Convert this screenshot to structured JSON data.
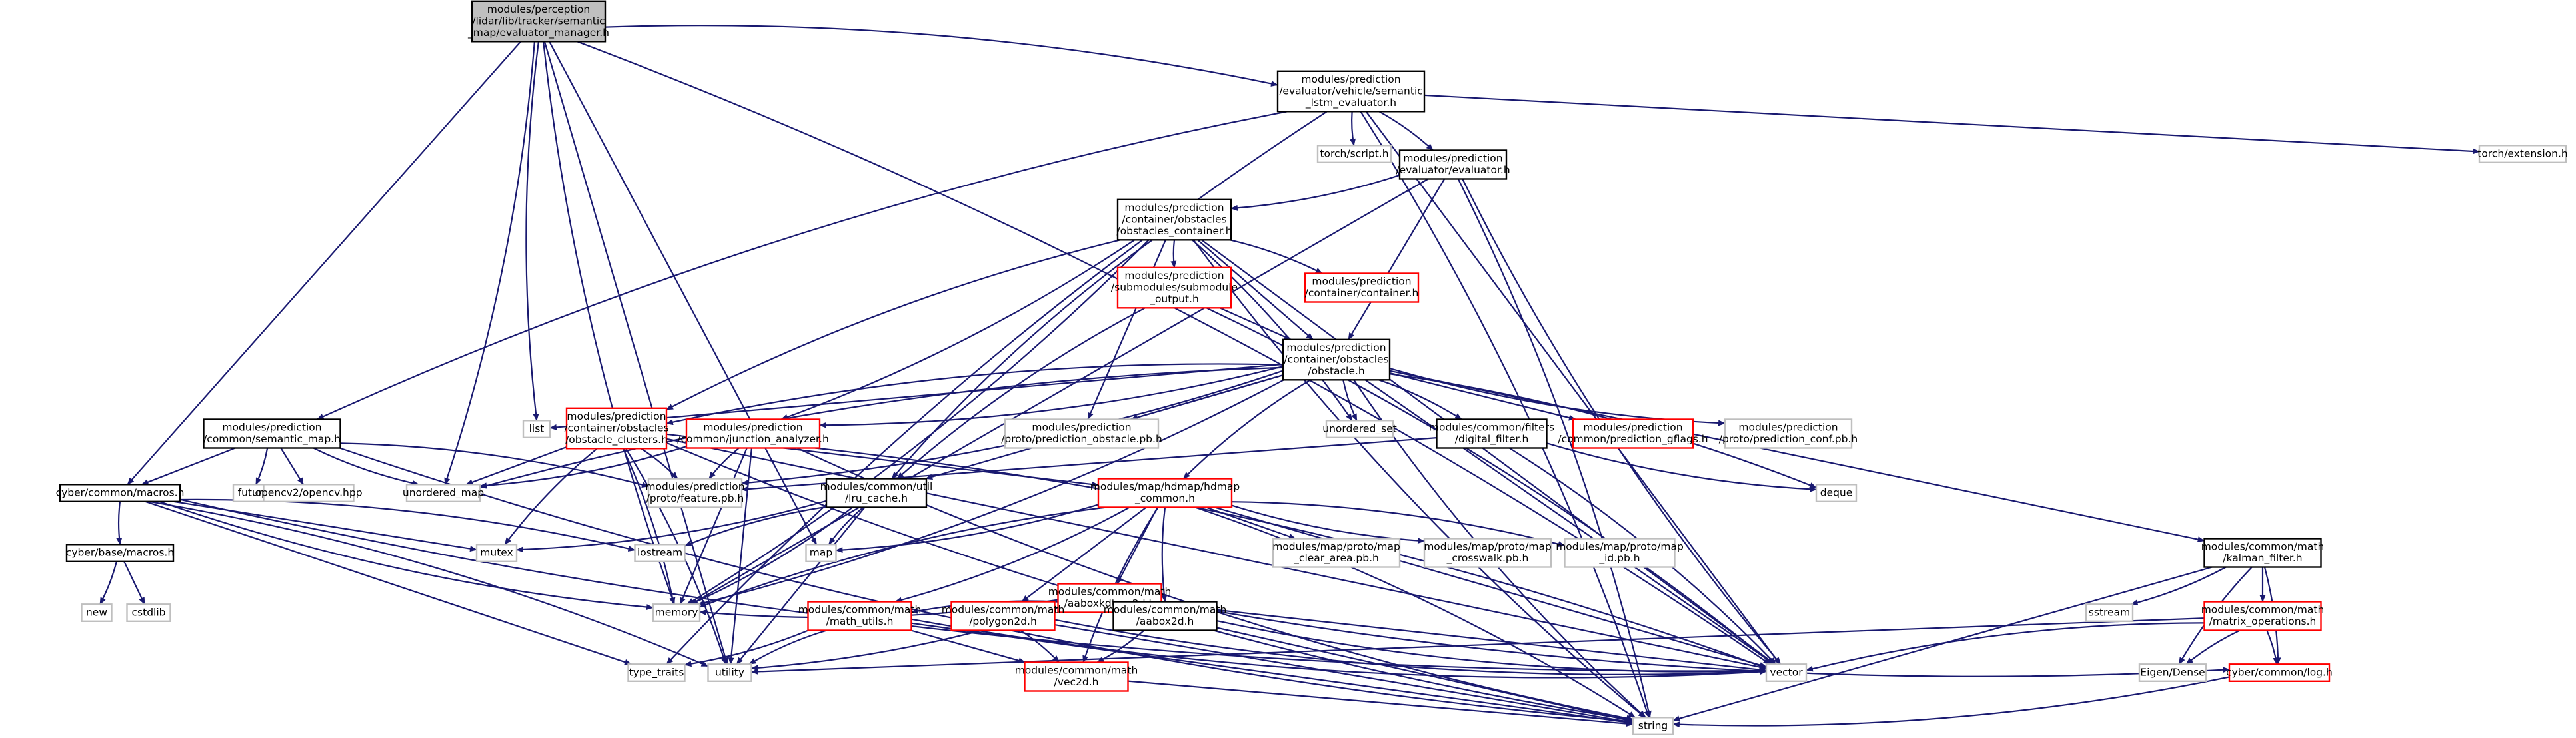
{
  "colors": {
    "edge": "#191970",
    "focus_fill": "#bfbfbf",
    "focus_border": "#000000",
    "normal_border": "#000000",
    "truncated_border": "#ff0000",
    "external_border": "#bfbfbf",
    "background": "#ffffff"
  },
  "nodes": [
    {
      "id": "evaluator_manager",
      "kind": "focus",
      "lines": [
        "modules/perception",
        "/lidar/lib/tracker/semantic",
        "_map/evaluator_manager.h"
      ]
    },
    {
      "id": "semantic_lstm_evaluator",
      "kind": "normal",
      "lines": [
        "modules/prediction",
        "/evaluator/vehicle/semantic",
        "_lstm_evaluator.h"
      ]
    },
    {
      "id": "torch_script",
      "kind": "external",
      "lines": [
        "torch/script.h"
      ]
    },
    {
      "id": "evaluator",
      "kind": "normal",
      "lines": [
        "modules/prediction",
        "/evaluator/evaluator.h"
      ]
    },
    {
      "id": "torch_extension",
      "kind": "external",
      "lines": [
        "torch/extension.h"
      ]
    },
    {
      "id": "obstacles_container",
      "kind": "normal",
      "lines": [
        "modules/prediction",
        "/container/obstacles",
        "/obstacles_container.h"
      ]
    },
    {
      "id": "submodule_output",
      "kind": "truncated",
      "lines": [
        "modules/prediction",
        "/submodules/submodule",
        "_output.h"
      ]
    },
    {
      "id": "container",
      "kind": "truncated",
      "lines": [
        "modules/prediction",
        "/container/container.h"
      ]
    },
    {
      "id": "obstacle",
      "kind": "normal",
      "lines": [
        "modules/prediction",
        "/container/obstacles",
        "/obstacle.h"
      ]
    },
    {
      "id": "semantic_map",
      "kind": "normal",
      "lines": [
        "modules/prediction",
        "/common/semantic_map.h"
      ]
    },
    {
      "id": "list",
      "kind": "external",
      "lines": [
        "list"
      ]
    },
    {
      "id": "obstacle_clusters",
      "kind": "truncated",
      "lines": [
        "modules/prediction",
        "/container/obstacles",
        "/obstacle_clusters.h"
      ]
    },
    {
      "id": "junction_analyzer",
      "kind": "truncated",
      "lines": [
        "modules/prediction",
        "/common/junction_analyzer.h"
      ]
    },
    {
      "id": "prediction_obstacle_pb",
      "kind": "external",
      "lines": [
        "modules/prediction",
        "/proto/prediction_obstacle.pb.h"
      ]
    },
    {
      "id": "unordered_set",
      "kind": "external",
      "lines": [
        "unordered_set"
      ]
    },
    {
      "id": "digital_filter",
      "kind": "normal",
      "lines": [
        "modules/common/filters",
        "/digital_filter.h"
      ]
    },
    {
      "id": "prediction_gflags",
      "kind": "truncated",
      "lines": [
        "modules/prediction",
        "/common/prediction_gflags.h"
      ]
    },
    {
      "id": "prediction_conf_pb",
      "kind": "external",
      "lines": [
        "modules/prediction",
        "/proto/prediction_conf.pb.h"
      ]
    },
    {
      "id": "future",
      "kind": "external",
      "lines": [
        "future"
      ]
    },
    {
      "id": "opencv",
      "kind": "external",
      "lines": [
        "opencv2/opencv.hpp"
      ]
    },
    {
      "id": "unordered_map",
      "kind": "external",
      "lines": [
        "unordered_map"
      ]
    },
    {
      "id": "feature_pb",
      "kind": "external",
      "lines": [
        "modules/prediction",
        "/proto/feature.pb.h"
      ]
    },
    {
      "id": "deque",
      "kind": "external",
      "lines": [
        "deque"
      ]
    },
    {
      "id": "macros",
      "kind": "normal",
      "lines": [
        "cyber/common/macros.h"
      ]
    },
    {
      "id": "lru_cache",
      "kind": "normal",
      "lines": [
        "modules/common/util",
        "/lru_cache.h"
      ]
    },
    {
      "id": "hdmap_common",
      "kind": "truncated",
      "lines": [
        "modules/map/hdmap/hdmap",
        "_common.h"
      ]
    },
    {
      "id": "base_macros",
      "kind": "normal",
      "lines": [
        "cyber/base/macros.h"
      ]
    },
    {
      "id": "mutex",
      "kind": "external",
      "lines": [
        "mutex"
      ]
    },
    {
      "id": "iostream",
      "kind": "external",
      "lines": [
        "iostream"
      ]
    },
    {
      "id": "map",
      "kind": "external",
      "lines": [
        "map"
      ]
    },
    {
      "id": "clear_area_pb",
      "kind": "external",
      "lines": [
        "modules/map/proto/map",
        "_clear_area.pb.h"
      ]
    },
    {
      "id": "crosswalk_pb",
      "kind": "external",
      "lines": [
        "modules/map/proto/map",
        "_crosswalk.pb.h"
      ]
    },
    {
      "id": "map_id_pb",
      "kind": "external",
      "lines": [
        "modules/map/proto/map",
        "_id.pb.h"
      ]
    },
    {
      "id": "kalman_filter",
      "kind": "normal",
      "lines": [
        "modules/common/math",
        "/kalman_filter.h"
      ]
    },
    {
      "id": "aaboxkdtree2d",
      "kind": "truncated",
      "lines": [
        "modules/common/math",
        "/aaboxkdtree2d.h"
      ]
    },
    {
      "id": "new",
      "kind": "external",
      "lines": [
        "new"
      ]
    },
    {
      "id": "cstdlib",
      "kind": "external",
      "lines": [
        "cstdlib"
      ]
    },
    {
      "id": "memory",
      "kind": "external",
      "lines": [
        "memory"
      ]
    },
    {
      "id": "math_utils",
      "kind": "truncated",
      "lines": [
        "modules/common/math",
        "/math_utils.h"
      ]
    },
    {
      "id": "polygon2d",
      "kind": "truncated",
      "lines": [
        "modules/common/math",
        "/polygon2d.h"
      ]
    },
    {
      "id": "aabox2d",
      "kind": "normal",
      "lines": [
        "modules/common/math",
        "/aabox2d.h"
      ]
    },
    {
      "id": "sstream",
      "kind": "external",
      "lines": [
        "sstream"
      ]
    },
    {
      "id": "matrix_operations",
      "kind": "truncated",
      "lines": [
        "modules/common/math",
        "/matrix_operations.h"
      ]
    },
    {
      "id": "type_traits",
      "kind": "external",
      "lines": [
        "type_traits"
      ]
    },
    {
      "id": "utility",
      "kind": "external",
      "lines": [
        "utility"
      ]
    },
    {
      "id": "vector",
      "kind": "external",
      "lines": [
        "vector"
      ]
    },
    {
      "id": "eigen_dense",
      "kind": "external",
      "lines": [
        "Eigen/Dense"
      ]
    },
    {
      "id": "log",
      "kind": "truncated",
      "lines": [
        "cyber/common/log.h"
      ]
    },
    {
      "id": "vec2d",
      "kind": "truncated",
      "lines": [
        "modules/common/math",
        "/vec2d.h"
      ]
    },
    {
      "id": "string",
      "kind": "external",
      "lines": [
        "string"
      ]
    }
  ],
  "edges": [
    [
      "evaluator_manager",
      "semantic_lstm_evaluator"
    ],
    [
      "evaluator_manager",
      "macros"
    ],
    [
      "evaluator_manager",
      "list"
    ],
    [
      "evaluator_manager",
      "unordered_map"
    ],
    [
      "evaluator_manager",
      "map"
    ],
    [
      "evaluator_manager",
      "memory"
    ],
    [
      "evaluator_manager",
      "vector"
    ],
    [
      "evaluator_manager",
      "utility"
    ],
    [
      "semantic_lstm_evaluator",
      "torch_script"
    ],
    [
      "semantic_lstm_evaluator",
      "evaluator"
    ],
    [
      "semantic_lstm_evaluator",
      "torch_extension"
    ],
    [
      "semantic_lstm_evaluator",
      "semantic_map"
    ],
    [
      "semantic_lstm_evaluator",
      "string"
    ],
    [
      "semantic_lstm_evaluator",
      "vector"
    ],
    [
      "semantic_lstm_evaluator",
      "type_traits"
    ],
    [
      "evaluator",
      "obstacles_container"
    ],
    [
      "evaluator",
      "obstacle"
    ],
    [
      "evaluator",
      "vector"
    ],
    [
      "evaluator",
      "string"
    ],
    [
      "evaluator",
      "memory"
    ],
    [
      "obstacles_container",
      "submodule_output"
    ],
    [
      "obstacles_container",
      "container"
    ],
    [
      "obstacles_container",
      "obstacle"
    ],
    [
      "obstacles_container",
      "obstacle_clusters"
    ],
    [
      "obstacles_container",
      "junction_analyzer"
    ],
    [
      "obstacles_container",
      "prediction_obstacle_pb"
    ],
    [
      "obstacles_container",
      "lru_cache"
    ],
    [
      "obstacles_container",
      "memory"
    ],
    [
      "obstacles_container",
      "vector"
    ],
    [
      "obstacles_container",
      "string"
    ],
    [
      "obstacles_container",
      "unordered_set"
    ],
    [
      "submodule_output",
      "obstacle"
    ],
    [
      "submodule_output",
      "lru_cache"
    ],
    [
      "submodule_output",
      "vector"
    ],
    [
      "obstacle",
      "list"
    ],
    [
      "obstacle",
      "obstacle_clusters"
    ],
    [
      "obstacle",
      "junction_analyzer"
    ],
    [
      "obstacle",
      "prediction_obstacle_pb"
    ],
    [
      "obstacle",
      "unordered_set"
    ],
    [
      "obstacle",
      "digital_filter"
    ],
    [
      "obstacle",
      "prediction_gflags"
    ],
    [
      "obstacle",
      "prediction_conf_pb"
    ],
    [
      "obstacle",
      "deque"
    ],
    [
      "obstacle",
      "kalman_filter"
    ],
    [
      "obstacle",
      "hdmap_common"
    ],
    [
      "obstacle",
      "feature_pb"
    ],
    [
      "obstacle",
      "lru_cache"
    ],
    [
      "obstacle",
      "string"
    ],
    [
      "obstacle",
      "memory"
    ],
    [
      "obstacle",
      "vector"
    ],
    [
      "obstacle",
      "unordered_map"
    ],
    [
      "semantic_map",
      "future"
    ],
    [
      "semantic_map",
      "opencv"
    ],
    [
      "semantic_map",
      "unordered_map"
    ],
    [
      "semantic_map",
      "feature_pb"
    ],
    [
      "semantic_map",
      "macros"
    ],
    [
      "semantic_map",
      "string"
    ],
    [
      "obstacle_clusters",
      "feature_pb"
    ],
    [
      "obstacle_clusters",
      "unordered_map"
    ],
    [
      "obstacle_clusters",
      "mutex"
    ],
    [
      "obstacle_clusters",
      "memory"
    ],
    [
      "obstacle_clusters",
      "hdmap_common"
    ],
    [
      "obstacle_clusters",
      "string"
    ],
    [
      "obstacle_clusters",
      "utility"
    ],
    [
      "obstacle_clusters",
      "vector"
    ],
    [
      "junction_analyzer",
      "feature_pb"
    ],
    [
      "junction_analyzer",
      "unordered_map"
    ],
    [
      "junction_analyzer",
      "memory"
    ],
    [
      "junction_analyzer",
      "string"
    ],
    [
      "junction_analyzer",
      "vector"
    ],
    [
      "junction_analyzer",
      "utility"
    ],
    [
      "digital_filter",
      "deque"
    ],
    [
      "digital_filter",
      "vector"
    ],
    [
      "digital_filter",
      "feature_pb"
    ],
    [
      "macros",
      "base_macros"
    ],
    [
      "macros",
      "iostream"
    ],
    [
      "macros",
      "mutex"
    ],
    [
      "macros",
      "memory"
    ],
    [
      "macros",
      "utility"
    ],
    [
      "macros",
      "type_traits"
    ],
    [
      "macros",
      "vector"
    ],
    [
      "base_macros",
      "new"
    ],
    [
      "base_macros",
      "cstdlib"
    ],
    [
      "lru_cache",
      "map"
    ],
    [
      "lru_cache",
      "mutex"
    ],
    [
      "lru_cache",
      "utility"
    ],
    [
      "lru_cache",
      "iostream"
    ],
    [
      "lru_cache",
      "memory"
    ],
    [
      "hdmap_common",
      "clear_area_pb"
    ],
    [
      "hdmap_common",
      "crosswalk_pb"
    ],
    [
      "hdmap_common",
      "map_id_pb"
    ],
    [
      "hdmap_common",
      "aaboxkdtree2d"
    ],
    [
      "hdmap_common",
      "aabox2d"
    ],
    [
      "hdmap_common",
      "math_utils"
    ],
    [
      "hdmap_common",
      "polygon2d"
    ],
    [
      "hdmap_common",
      "vec2d"
    ],
    [
      "hdmap_common",
      "string"
    ],
    [
      "hdmap_common",
      "vector"
    ],
    [
      "hdmap_common",
      "memory"
    ],
    [
      "hdmap_common",
      "map"
    ],
    [
      "aaboxkdtree2d",
      "aabox2d"
    ],
    [
      "aaboxkdtree2d",
      "math_utils"
    ],
    [
      "aaboxkdtree2d",
      "memory"
    ],
    [
      "aaboxkdtree2d",
      "vector"
    ],
    [
      "aaboxkdtree2d",
      "log"
    ],
    [
      "aaboxkdtree2d",
      "utility"
    ],
    [
      "math_utils",
      "vec2d"
    ],
    [
      "math_utils",
      "utility"
    ],
    [
      "math_utils",
      "type_traits"
    ],
    [
      "math_utils",
      "string"
    ],
    [
      "math_utils",
      "vector"
    ],
    [
      "polygon2d",
      "vec2d"
    ],
    [
      "polygon2d",
      "string"
    ],
    [
      "polygon2d",
      "vector"
    ],
    [
      "aabox2d",
      "vec2d"
    ],
    [
      "aabox2d",
      "string"
    ],
    [
      "aabox2d",
      "vector"
    ],
    [
      "kalman_filter",
      "sstream"
    ],
    [
      "kalman_filter",
      "matrix_operations"
    ],
    [
      "kalman_filter",
      "eigen_dense"
    ],
    [
      "kalman_filter",
      "log"
    ],
    [
      "kalman_filter",
      "string"
    ],
    [
      "matrix_operations",
      "eigen_dense"
    ],
    [
      "matrix_operations",
      "log"
    ],
    [
      "matrix_operations",
      "utility"
    ],
    [
      "matrix_operations",
      "vector"
    ],
    [
      "log",
      "string"
    ],
    [
      "vec2d",
      "string"
    ]
  ]
}
